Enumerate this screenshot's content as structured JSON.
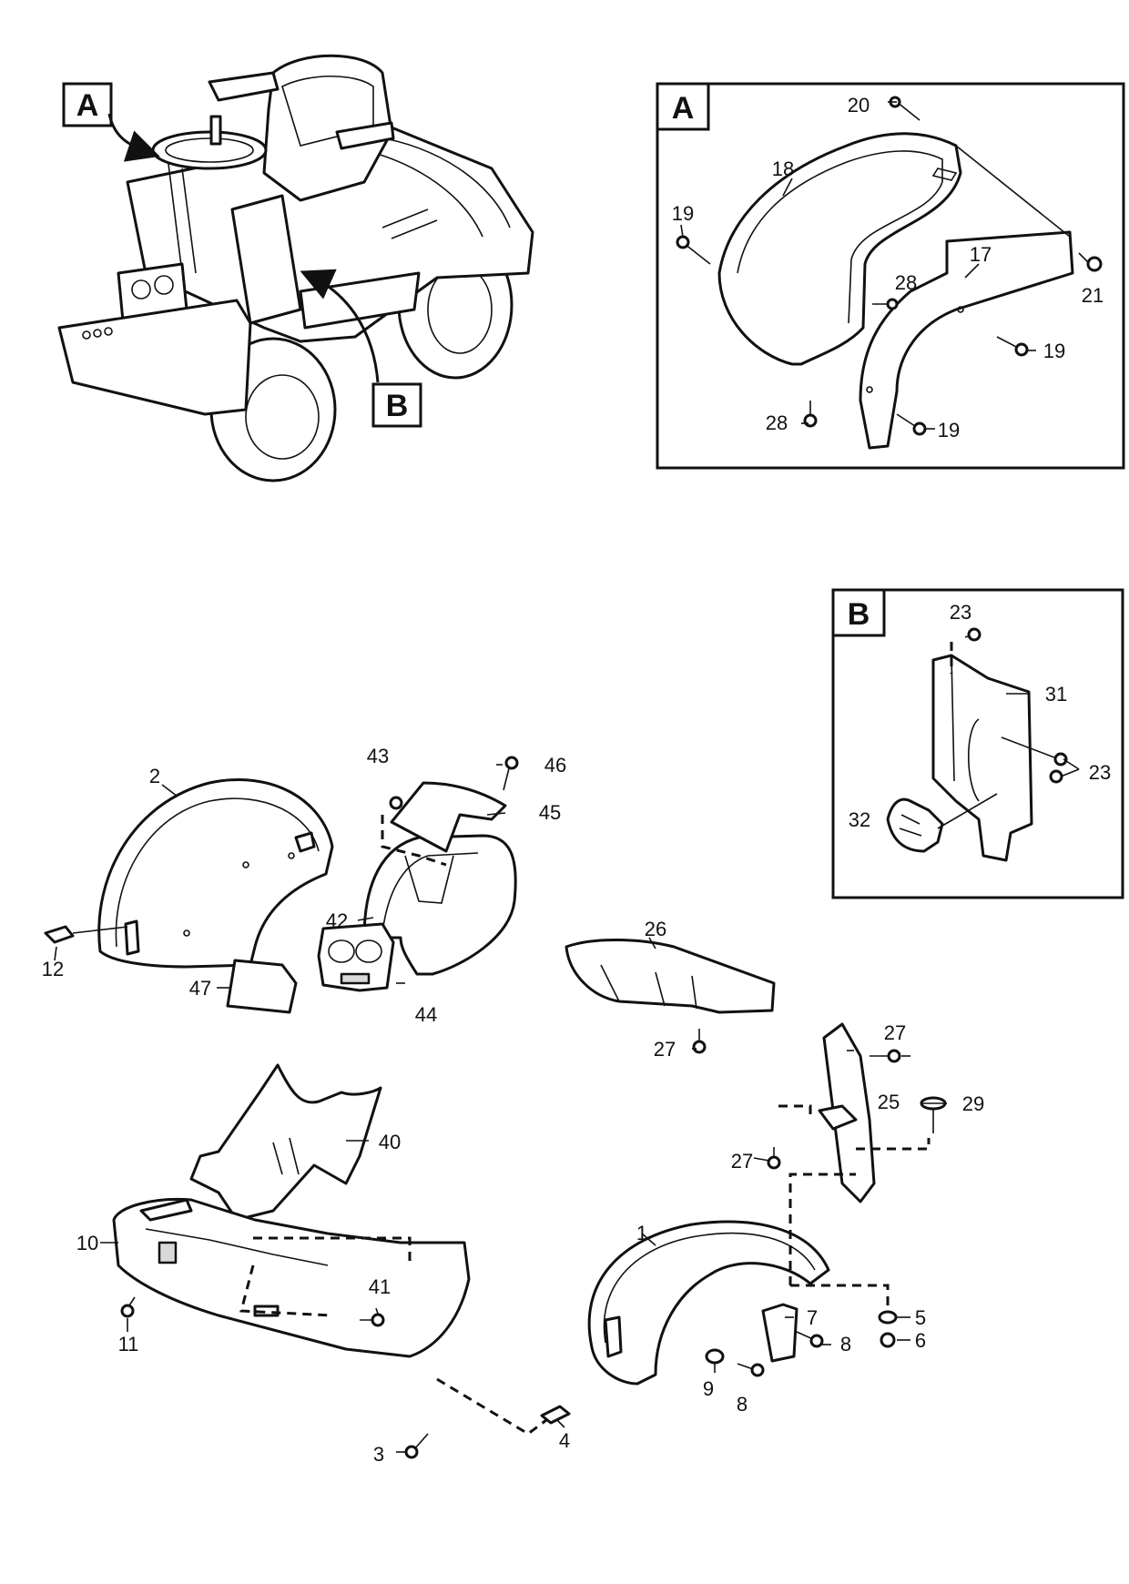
{
  "detail_boxes": {
    "a_tag": "A",
    "a_title": "A",
    "b_tag": "B",
    "b_title": "B"
  },
  "callouts": {
    "c1": "1",
    "c2": "2",
    "c3": "3",
    "c4": "4",
    "c5": "5",
    "c6": "6",
    "c7": "7",
    "c8a": "8",
    "c8b": "8",
    "c9": "9",
    "c10": "10",
    "c11": "11",
    "c12": "12",
    "c17": "17",
    "c18": "18",
    "c19a": "19",
    "c19b": "19",
    "c19c": "19",
    "c20": "20",
    "c21": "21",
    "c23a": "23",
    "c23b": "23",
    "c25": "25",
    "c26": "26",
    "c27a": "27",
    "c27b": "27",
    "c27c": "27",
    "c28a": "28",
    "c28b": "28",
    "c29": "29",
    "c31": "31",
    "c32": "32",
    "c40": "40",
    "c41": "41",
    "c42": "42",
    "c43": "43",
    "c44": "44",
    "c45": "45",
    "c46": "46",
    "c47": "47"
  }
}
